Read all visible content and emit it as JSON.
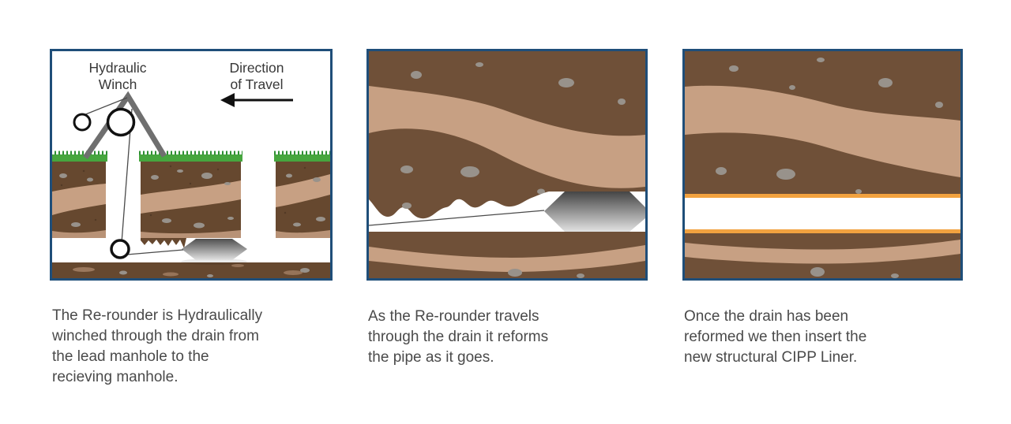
{
  "diagram": {
    "title": "Drain re-rounding and CIPP lining process",
    "colors": {
      "panel_border": "#1f4e79",
      "soil_brown_dark": "#66482f",
      "soil_brown": "#6f5038",
      "sand_tan": "#c7a083",
      "rock_gray": "#98928b",
      "grass_green": "#46a63e",
      "grass_green_dark": "#2e8f33",
      "liner_orange": "#f2a240",
      "winch_gray": "#6f6f6f",
      "rounder_top": "#4f4f4f",
      "rounder_bottom": "#e2e2e2",
      "cable_gray": "#4a4a4a",
      "text_gray": "#4a4a4a"
    },
    "panels": [
      {
        "id": "winch-setup",
        "labels": {
          "winch": "Hydraulic\nWinch",
          "direction": "Direction\nof Travel"
        },
        "caption": "The Re-rounder is Hydraulically\nwinched through the drain from\nthe lead manhole to the\nrecieving manhole."
      },
      {
        "id": "reforming",
        "caption": "As the Re-rounder travels\nthrough the drain it reforms\nthe pipe as it goes."
      },
      {
        "id": "cipp-liner",
        "caption": "Once the drain has been\nreformed we then insert the\nnew structural CIPP Liner."
      }
    ]
  }
}
